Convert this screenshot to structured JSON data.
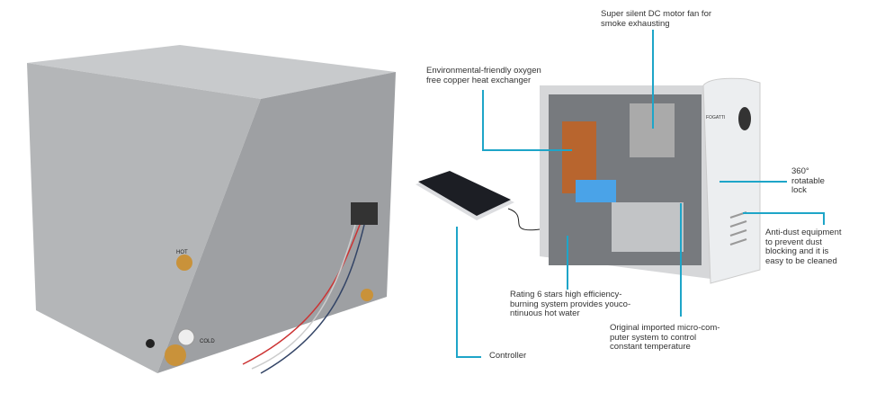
{
  "left_unit": {
    "hot_label": "HOT",
    "cold_label": "COLD"
  },
  "right_unit": {
    "brand_logo": "FOGATTI"
  },
  "callouts": {
    "fan": "Super silent DC motor fan for\nsmoke exhausting",
    "copper": "Environmental-friendly oxygen\nfree copper heat exchanger",
    "lock": "360°\nrotatable\nlock",
    "antidust": "Anti-dust equipment\nto prevent dust\nblocking and it is\neasy to be cleaned",
    "burning": "Rating 6 stars high efficiency-\nburning system provides youco-\nntinuous hot water",
    "microcomputer": "Original imported micro-com-\nputer system to control\nconstant temperature",
    "controller": "Controller"
  },
  "colors": {
    "callout_line": "#1ea5c8",
    "steel": "#a9abad",
    "copper": "#b8652e"
  }
}
